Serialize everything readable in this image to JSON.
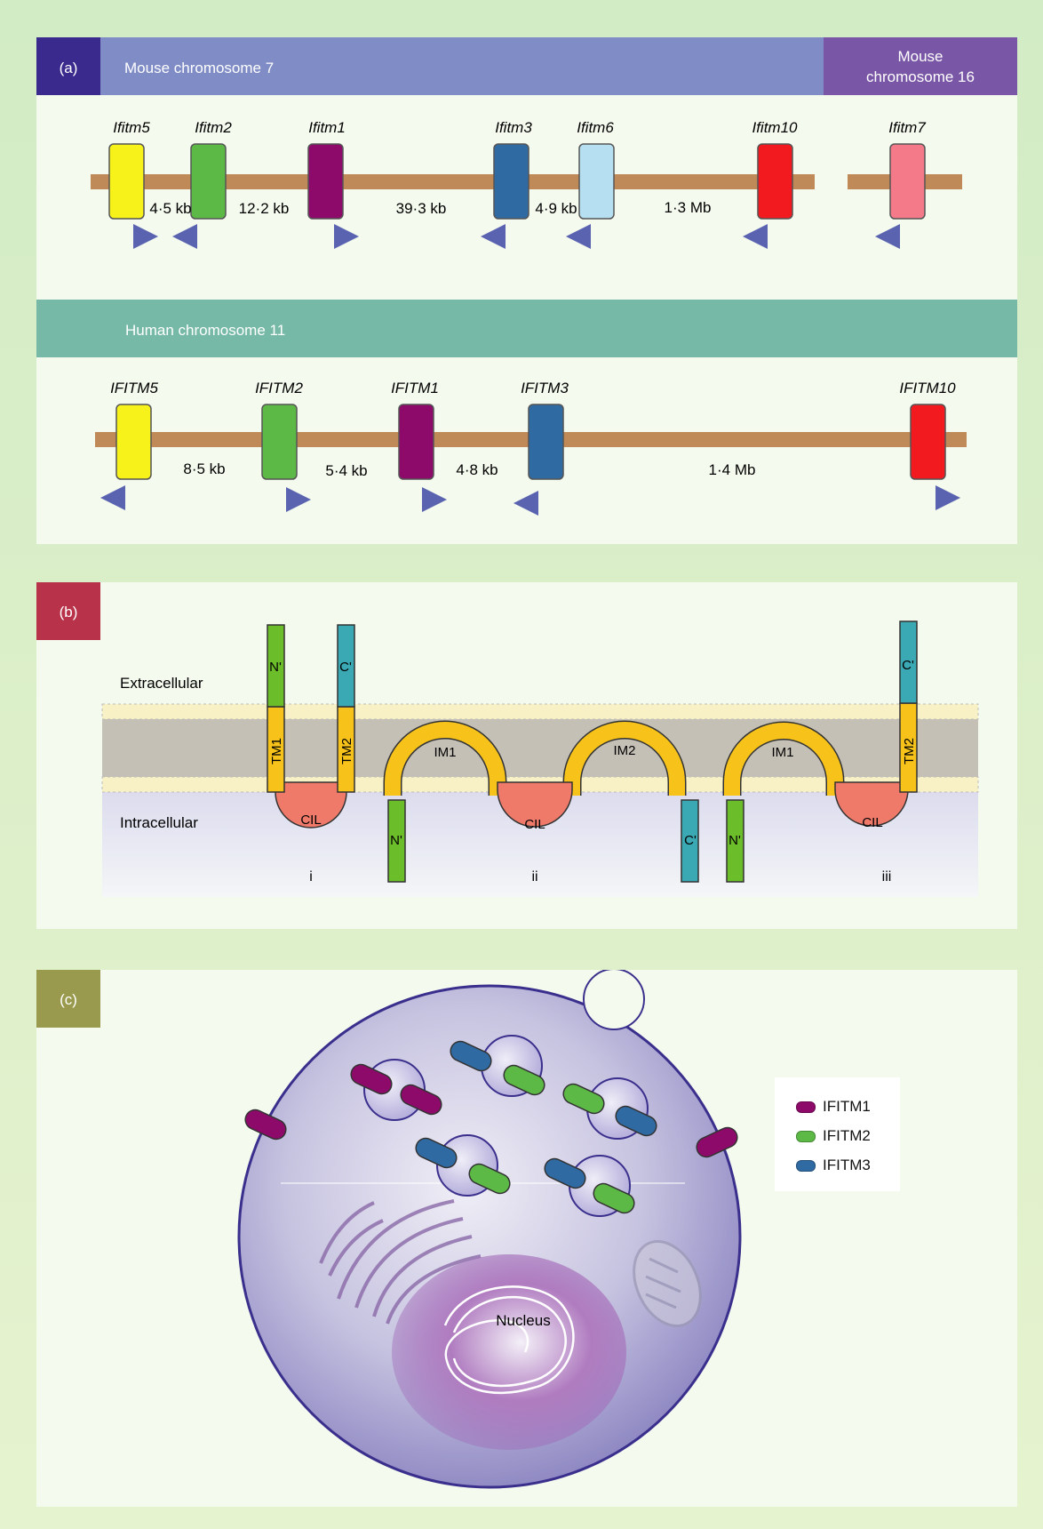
{
  "panel_a": {
    "tag": "(a)",
    "mouse": {
      "chromosome_label": "Mouse chromosome 7",
      "chromosome16_line1": "Mouse",
      "chromosome16_line2": "chromosome 16",
      "genes": [
        {
          "name": "Ifitm5",
          "color": "#f6f21a",
          "orientation": "right"
        },
        {
          "name": "Ifitm2",
          "color": "#5cb946",
          "orientation": "left"
        },
        {
          "name": "Ifitm1",
          "color": "#8e0a6a",
          "orientation": "right"
        },
        {
          "name": "Ifitm3",
          "color": "#2f6aa3",
          "orientation": "left"
        },
        {
          "name": "Ifitm6",
          "color": "#b6e0f2",
          "orientation": "left"
        },
        {
          "name": "Ifitm10",
          "color": "#f21a1f",
          "orientation": "left"
        },
        {
          "name": "Ifitm7",
          "color": "#f47a8a",
          "orientation": "left"
        }
      ],
      "distances": [
        "4·5 kb",
        "12·2 kb",
        "39·3 kb",
        "4·9 kb",
        "1·3 Mb"
      ]
    },
    "human": {
      "chromosome_label": "Human chromosome 11",
      "genes": [
        {
          "name": "IFITM5",
          "color": "#f6f21a",
          "orientation": "left"
        },
        {
          "name": "IFITM2",
          "color": "#5cb946",
          "orientation": "right"
        },
        {
          "name": "IFITM1",
          "color": "#8e0a6a",
          "orientation": "right"
        },
        {
          "name": "IFITM3",
          "color": "#2f6aa3",
          "orientation": "left"
        },
        {
          "name": "IFITM10",
          "color": "#f21a1f",
          "orientation": "right"
        }
      ],
      "distances": [
        "8·5 kb",
        "5·4 kb",
        "4·8 kb",
        "1·4 Mb"
      ]
    }
  },
  "panel_b": {
    "tag": "(b)",
    "extracellular": "Extracellular",
    "intracellular": "Intracellular",
    "topologies": [
      {
        "numeral": "i",
        "segments": [
          "N'",
          "TM1",
          "CIL",
          "TM2",
          "C'"
        ]
      },
      {
        "numeral": "ii",
        "segments": [
          "N'",
          "IM1",
          "CIL",
          "IM2",
          "C'"
        ]
      },
      {
        "numeral": "iii",
        "segments": [
          "N'",
          "IM1",
          "CIL",
          "TM2",
          "C'"
        ]
      }
    ],
    "colors": {
      "terminal_n": "#6cbd2a",
      "terminal_c": "#3aa9b4",
      "helix": "#f7c21a",
      "loop": "#f07a6a"
    }
  },
  "panel_c": {
    "tag": "(c)",
    "nucleus_label": "Nucleus",
    "legend": [
      {
        "label": "IFITM1",
        "color": "#8e0a6a"
      },
      {
        "label": "IFITM2",
        "color": "#5cb946"
      },
      {
        "label": "IFITM3",
        "color": "#2f6aa3"
      }
    ]
  },
  "colors": {
    "mouse_bar": "#7f8cc6",
    "mouse_tag": "#3a2a8e",
    "mouse16_bar": "#7a56a6",
    "human_bar": "#76b9a6",
    "chromosome_line": "#c08a58",
    "tag_b": "#b8324a",
    "tag_c": "#9a9a4e",
    "arrow": "#5a63b0"
  }
}
